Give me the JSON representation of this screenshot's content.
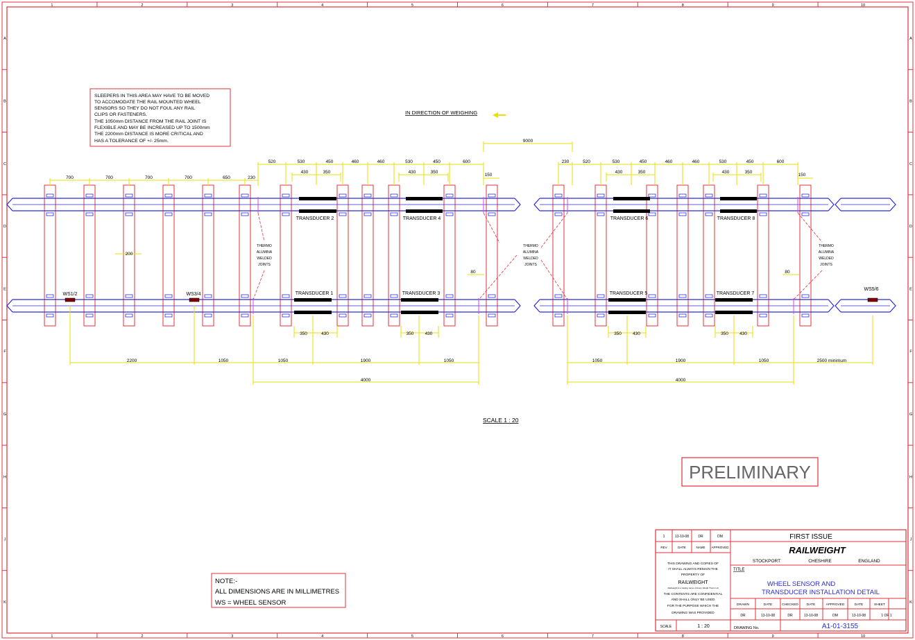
{
  "colors": {
    "border": "#e0303a",
    "rail": "#2a2ad8",
    "dim": "#e8e000",
    "leader": "#e040e0",
    "text": "#000000",
    "sensor": "#000000",
    "title_blue": "#2a2ad8"
  },
  "grid": {
    "cols": [
      "1",
      "2",
      "3",
      "4",
      "5",
      "6",
      "7",
      "8",
      "9",
      "10"
    ],
    "rows": [
      "A",
      "B",
      "C",
      "D",
      "E",
      "F",
      "G",
      "H",
      "J",
      "K"
    ]
  },
  "notes": {
    "sleepers": [
      "SLEEPERS IN THIS AREA MAY HAVE TO BE MOVED",
      "TO ACCOMODATE THE RAIL MOUNTED WHEEL",
      "SENSORS SO THEY DO NOT FOUL ANY RAIL",
      "CLIPS OR FASTENERS.",
      "THE 1050mm DISTANCE FROM THE RAIL JOINT IS",
      "FLEXIBLE AND MAY BE INCREASED UP TO 1500mm",
      "THE 2200mm DISTANCE IS MORE CRITICAL AND",
      "HAS A TOLERANCE OF +/- 25mm."
    ],
    "direction": "IN DIRECTION OF WEIGHING",
    "units": [
      "NOTE:-",
      "ALL DIMENSIONS ARE IN MILLIMETRES",
      "WS = WHEEL SENSOR"
    ],
    "scale": "SCALE 1 : 20",
    "stamp": "PRELIMINARY",
    "joint_label": [
      "THERMO",
      "ALUMINA",
      "WELDED",
      "JOINTS"
    ]
  },
  "labels": {
    "transducers_top": [
      "TRANSDUCER 2",
      "TRANSDUCER 4",
      "TRANSDUCER 6",
      "TRANSDUCER 8"
    ],
    "transducers_bottom": [
      "TRANSDUCER 1",
      "TRANSDUCER 3",
      "TRANSDUCER 5",
      "TRANSDUCER 7"
    ],
    "sensors": [
      "WS1/2",
      "WS3/4",
      "WS5/6"
    ]
  },
  "dims": {
    "top_left": [
      "700",
      "700",
      "700",
      "700",
      "650",
      "230"
    ],
    "top_mid1": [
      "520",
      "530",
      "450",
      "460",
      "460",
      "530",
      "450",
      "600"
    ],
    "top_mid1_sub": [
      "430",
      "350",
      "430",
      "350"
    ],
    "top_mid2": [
      "230",
      "520",
      "530",
      "450",
      "460",
      "460",
      "530",
      "450",
      "600"
    ],
    "top_mid2_sub": [
      "430",
      "350",
      "430",
      "350"
    ],
    "gap": "9000",
    "c150": "150",
    "c200": "200",
    "c80": "80",
    "bottom_sub": [
      "350",
      "430"
    ],
    "bottom_row1": [
      "2200",
      "1050",
      "1050",
      "1900",
      "1050"
    ],
    "bottom_row1_right": [
      "1050",
      "1900",
      "1050",
      "2500 minimum"
    ],
    "bottom_total": "4000"
  },
  "title_block": {
    "rev_row": [
      "1",
      "13-10-08",
      "DR",
      "DM"
    ],
    "rev_head": [
      "REV",
      "DATE",
      "NAME",
      "APPROVED"
    ],
    "issue": "FIRST ISSUE",
    "company": "RAILWEIGHT",
    "address": [
      "STOCKPORT",
      "CHESHIRE",
      "ENGLAND"
    ],
    "title_label": "TITLE",
    "title": [
      "WHEEL SENSOR AND",
      "TRANSDUCER INSTALLATION DETAIL"
    ],
    "copyright": [
      "THIS DRAWING AND COPIES OF",
      "IT SHALL ALWAYS REMAIN THE",
      "PROPERTY OF",
      "RAILWEIGHT",
      "Railweight is a trading name of Avery Weigh-Tronix Ltd",
      "THE CONTENTS ARE CONFIDENTIAL",
      "AND SHALL ONLY BE USED",
      "FOR THE PURPOSE WHICH THE",
      "DRAWING WAS PROVIDED"
    ],
    "sign_head": [
      "DRAWN",
      "DATE",
      "CHECKED",
      "DATE",
      "APPROVED",
      "DATE",
      "SHEET"
    ],
    "sign_vals": [
      "DR",
      "13-10-08",
      "DR",
      "13-10-08",
      "DM",
      "13-10-08",
      "1 OF 1"
    ],
    "scale_label": "SCALE",
    "scale_val": "1 : 20",
    "drawing_no_label": "DRAWING No.",
    "drawing_no": "A1-01-3155"
  }
}
